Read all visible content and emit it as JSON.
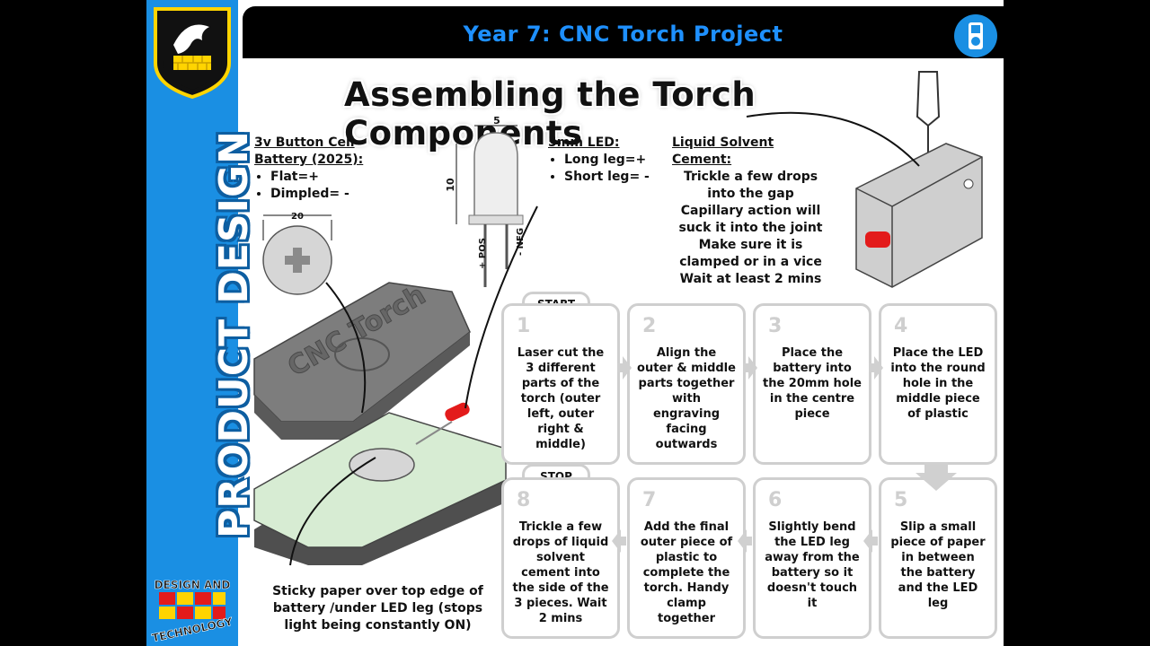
{
  "header": {
    "title": "Year 7: CNC Torch Project"
  },
  "sidebar": {
    "vertical_title": "PRODUCT DESIGN",
    "logo_text_top": "DESIGN AND",
    "logo_text_bottom": "TECHNOLOGY"
  },
  "main_title": "Assembling the Torch Components",
  "battery_note": {
    "heading_line1": "3v Button Cell",
    "heading_line2": "Battery (2025):",
    "items": [
      "Flat=+",
      "Dimpled= -"
    ],
    "dim": "20"
  },
  "led_note": {
    "heading": "5mm LED:",
    "items": [
      "Long leg=+",
      "Short leg= -"
    ],
    "dim_top": "5",
    "dim_side": "10",
    "pos_label": "+ POS",
    "neg_label": "- NEG"
  },
  "solvent_note": {
    "heading": "Liquid Solvent Cement:",
    "items": [
      "Trickle a few drops into the gap",
      "Capillary action will suck it into the joint",
      "Make sure it is clamped or in a vice",
      "Wait at least 2 mins"
    ]
  },
  "torch_engraving": "CNC Torch",
  "sticky_note": "Sticky paper over top edge of battery /under LED leg (stops light being constantly ON)",
  "flow": {
    "start_label": "START",
    "stop_label": "STOP",
    "steps": [
      {
        "num": "1",
        "text": "Laser cut the 3 different parts of the torch (outer left, outer right & middle)"
      },
      {
        "num": "2",
        "text": "Align the outer & middle parts together with engraving facing outwards"
      },
      {
        "num": "3",
        "text": "Place the battery into the 20mm hole in the centre piece"
      },
      {
        "num": "4",
        "text": "Place the LED into the round hole in the middle piece of plastic"
      },
      {
        "num": "5",
        "text": "Slip a small piece of paper in between the battery and the LED leg"
      },
      {
        "num": "6",
        "text": "Slightly bend the LED leg away from the battery so it doesn't touch it"
      },
      {
        "num": "7",
        "text": "Add the final outer piece of plastic to complete the torch. Handy clamp together"
      },
      {
        "num": "8",
        "text": "Trickle a few drops of liquid solvent cement into the side of the 3 pieces. Wait 2 mins"
      }
    ]
  },
  "colors": {
    "sidebar_blue": "#1a8fe3",
    "title_blue": "#1e90ff",
    "box_border": "#cfcfcf",
    "pcb_green": "#d7ecd3"
  }
}
